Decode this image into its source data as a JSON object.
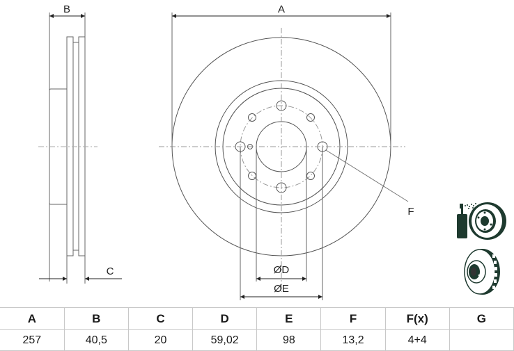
{
  "drawing": {
    "title": "Brake disc technical drawing",
    "labels": {
      "A": "A",
      "B": "B",
      "C": "C",
      "D": "ØD",
      "E": "ØE",
      "F": "F"
    },
    "icons": {
      "coated": "coated-disc-spray-icon",
      "vented": "vented-disc-icon"
    },
    "colors": {
      "line": "#555555",
      "centerline": "#999999",
      "icon": "#1e3a2f"
    }
  },
  "table": {
    "headers": [
      "A",
      "B",
      "C",
      "D",
      "E",
      "F",
      "F(x)",
      "G"
    ],
    "values": [
      "257",
      "40,5",
      "20",
      "59,02",
      "98",
      "13,2",
      "4+4",
      ""
    ]
  }
}
